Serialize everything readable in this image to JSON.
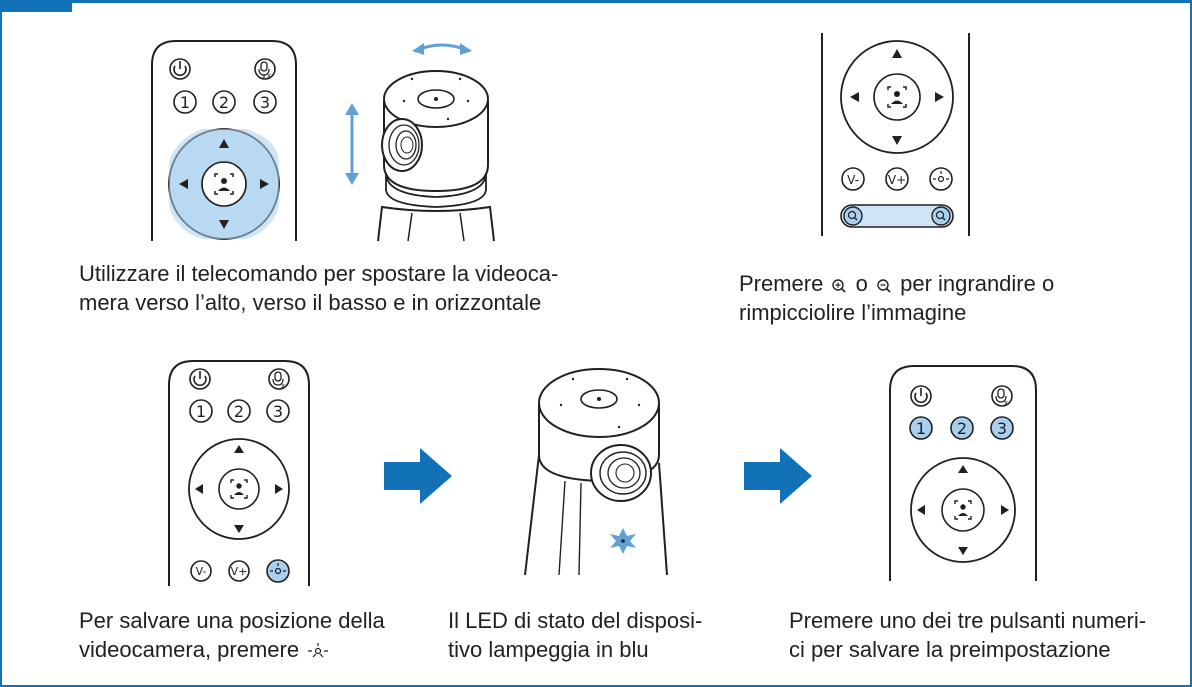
{
  "captions": {
    "remote_pan_tilt": {
      "line1": "Utilizzare il telecomando per spostare la videoca-",
      "line2": "mera verso l’alto, verso il basso e in orizzontale"
    },
    "zoom": {
      "line1_pre": "Premere",
      "line1_mid": "o",
      "line1_post": "per ingrandire o",
      "line2": "rimpicciolire l’immagine"
    },
    "save_position": {
      "line1": "Per salvare una posizione della",
      "line2_pre": "videocamera, premere"
    },
    "led_status": {
      "line1": "Il LED di stato del disposi-",
      "line2": "tivo lampeggia in blu"
    },
    "save_preset": {
      "line1": "Premere uno dei tre pulsanti numeri-",
      "line2": "ci per salvare la preimpostazione"
    }
  },
  "remote_labels": {
    "preset_1": "1",
    "preset_2": "2",
    "preset_3": "3",
    "volume_down": "V-",
    "volume_up": "V+"
  },
  "colors": {
    "accent_blue": "#1172b8",
    "highlight_blue": "#a8d0ee",
    "highlight_blue_dark": "#5fa0d6",
    "ink": "#231f20"
  },
  "icons": {
    "power": "power-icon",
    "mic_mute": "mic-mute-icon",
    "tracking": "auto-framing-icon",
    "zoom_in": "zoom-in-icon",
    "zoom_out": "zoom-out-icon",
    "preset_save": "preset-save-icon",
    "flow_arrow": "right-arrow-icon",
    "led_flash": "led-flash-icon"
  }
}
